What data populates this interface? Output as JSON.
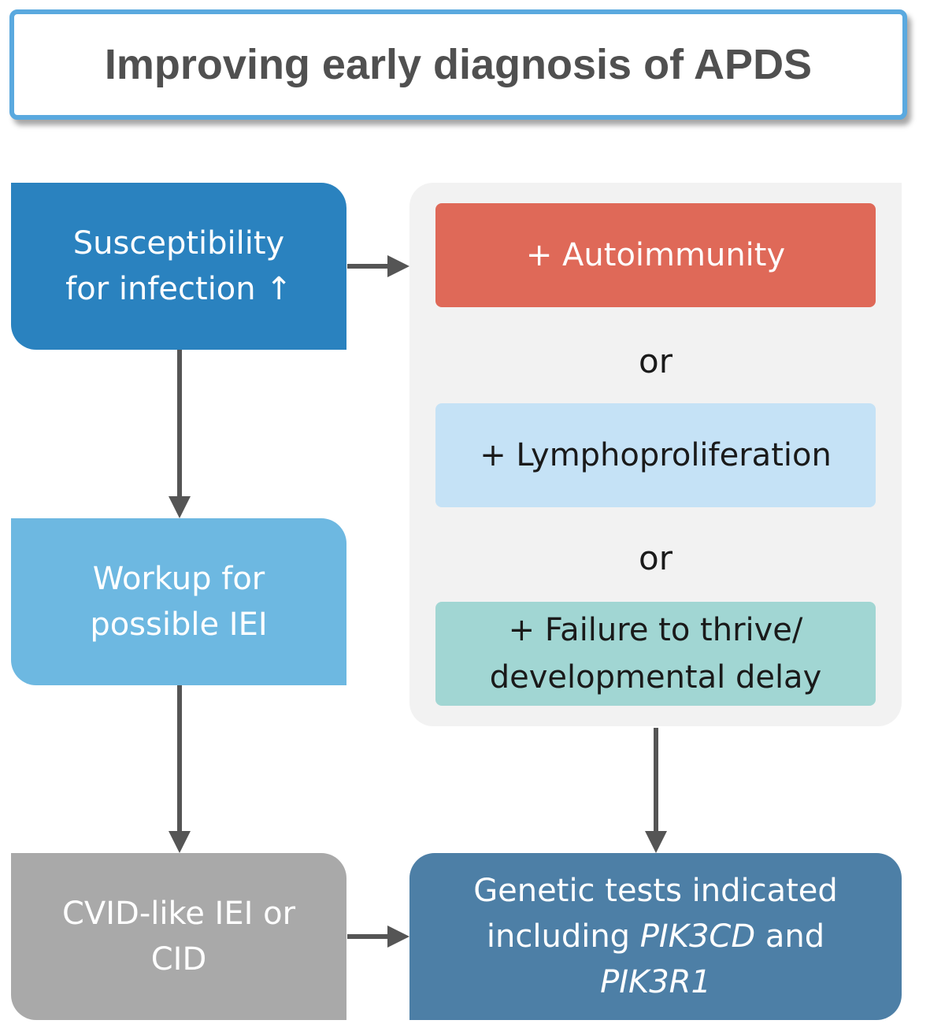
{
  "title": "Improving early diagnosis of APDS",
  "nodes": {
    "infection": {
      "line1": "Susceptibility",
      "line2": "for infection ↑"
    },
    "workup": {
      "line1": "Workup for",
      "line2": "possible IEI"
    },
    "cvid": {
      "line1": "CVID-like IEI or",
      "line2": "CID"
    },
    "genetic": {
      "line1": "Genetic tests indicated",
      "line2_prefix": "including ",
      "line2_italic": "PIK3CD",
      "line2_suffix": " and",
      "line3_italic": "PIK3R1"
    }
  },
  "features": {
    "autoimmunity": "+ Autoimmunity",
    "or_1": "or",
    "lymphoproliferation": "+ Lymphoproliferation",
    "or_2": "or",
    "failure_line1": "+ Failure to thrive/",
    "failure_line2": "developmental delay"
  },
  "colors": {
    "title_border": "#5aa9df",
    "infection": "#2a82bf",
    "workup": "#6db8e1",
    "cvid": "#a9a9a9",
    "genetic": "#4d7fa6",
    "autoimmunity": "#df6958",
    "lymphoproliferation": "#c5e2f6",
    "failure_to_thrive": "#a1d6d3",
    "panel": "#f2f2f2",
    "arrow": "#555555"
  }
}
